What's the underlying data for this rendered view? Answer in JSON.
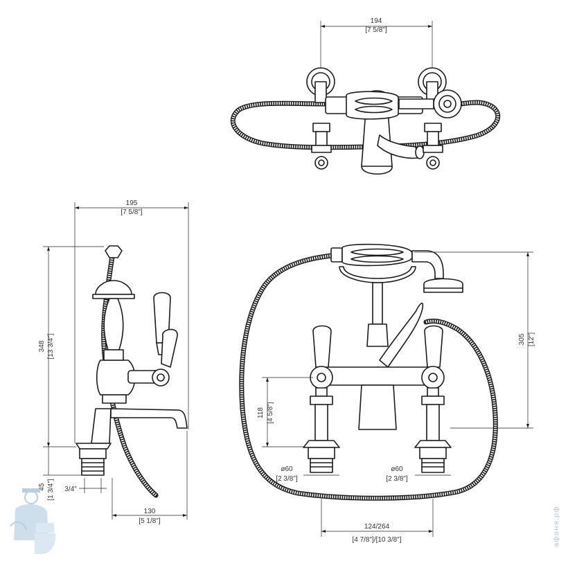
{
  "dimensions": {
    "top_width_mm": "194",
    "top_width_in": "[7 5/8\"]",
    "side_width_mm": "195",
    "side_width_in": "[7 5/8\"]",
    "side_height_mm": "348",
    "side_height_in": "[13 3/4\"]",
    "deck_height_mm": "45",
    "deck_height_in": "[1 3/4\"]",
    "thread": "3/4\"",
    "spout_reach_mm": "130",
    "spout_reach_in": "[5 1/8\"]",
    "front_height_mm": "305",
    "front_height_in": "[12\"]",
    "valve_height_mm": "118",
    "valve_height_in": "[4 5/8\"]",
    "left_base_dia": "ø60",
    "left_base_dia_in": "[2 3/8\"]",
    "right_base_dia": "ø60",
    "right_base_dia_in": "[2 3/8\"]",
    "centers_mm": "124/264",
    "centers_in": "[4 7/8\"]/[10 3/8\"]"
  },
  "watermark": {
    "text": "афоня.рф",
    "color": "#a9c4dc"
  }
}
